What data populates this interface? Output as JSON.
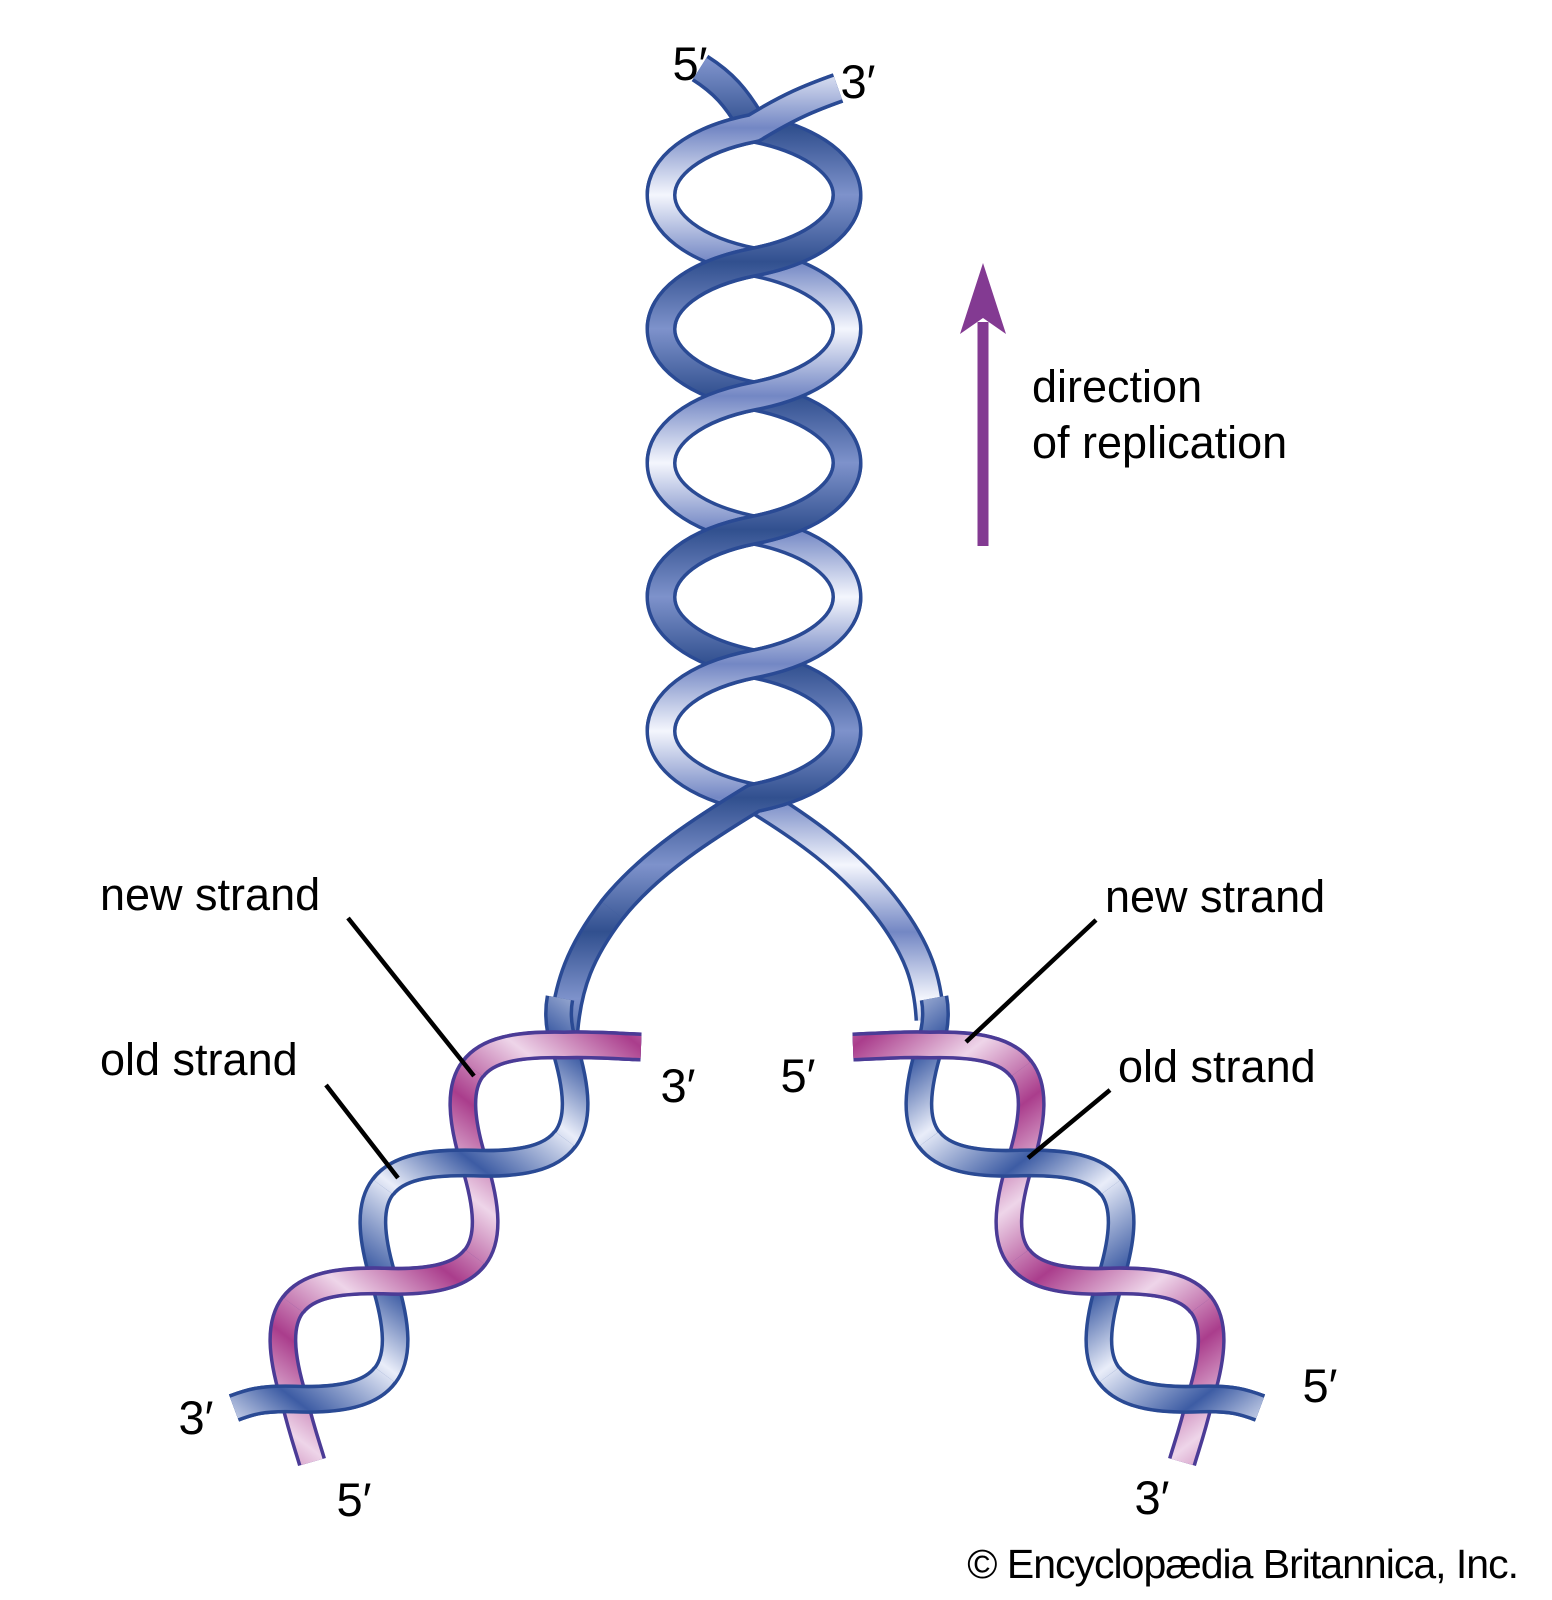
{
  "labels": {
    "top": {
      "left_prime": "5′",
      "right_prime": "3′"
    },
    "direction": {
      "line1": "direction",
      "line2": "of replication"
    },
    "left_fork": {
      "new_strand": "new strand",
      "old_strand": "old strand",
      "top_prime": "3′",
      "bottom_old_prime": "3′",
      "bottom_new_prime": "5′"
    },
    "right_fork": {
      "new_strand": "new strand",
      "old_strand": "old strand",
      "top_prime": "5′",
      "bottom_old_prime": "5′",
      "bottom_new_prime": "3′"
    },
    "copyright": "© Encyclopædia Britannica, Inc."
  },
  "colors": {
    "background": "#ffffff",
    "text": "#000000",
    "arrow_purple": "#833a92",
    "old_strand_outline": "#2a4a94",
    "new_strand_outline": "#4b3b96",
    "dark_strand_edge": "#31508f",
    "dark_strand_mid": "#7e92cb",
    "light_strand_edge": "#7387c4",
    "light_strand_mid": "#f4f6fd",
    "fork_old_edge": "#3d5ca4",
    "fork_old_mid": "#e9edf9",
    "new_strand_edge": "#aa3d8c",
    "new_strand_mid": "#eed5e9"
  }
}
